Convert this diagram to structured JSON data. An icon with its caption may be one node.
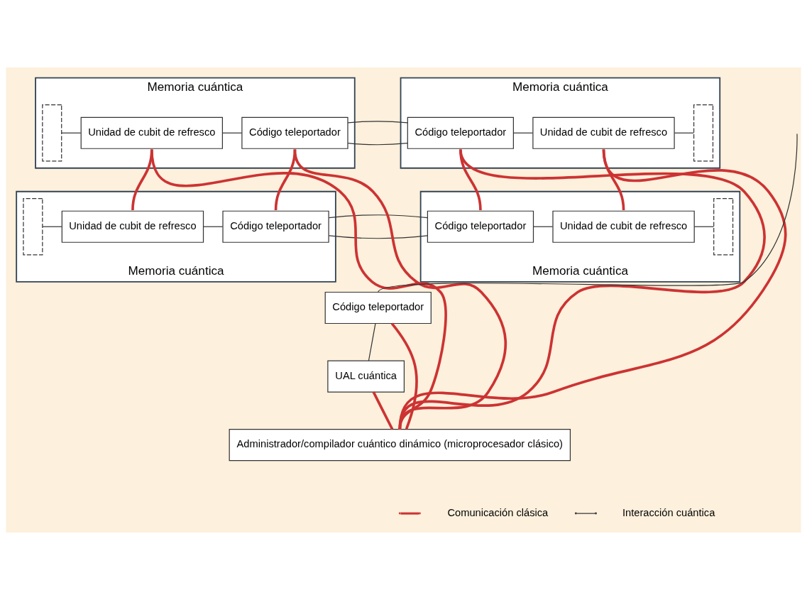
{
  "diagram": {
    "nodes": [
      {
        "text": [
          "Memoria cuántica"
        ]
      },
      {
        "text": [],
        "shape": "box",
        "in": 0
      },
      {
        "text": [
          "Unidad de cubit de refresco"
        ],
        "in": 0
      },
      {
        "text": [
          "Código teleportador"
        ],
        "in": 0
      },
      {
        "text": [
          "Memoria cuántica"
        ]
      },
      {
        "text": [
          "Código teleportador"
        ],
        "in": 4
      },
      {
        "text": [
          "Unidad de cubit de refresco"
        ],
        "in": 4
      },
      {
        "text": [],
        "shape": "box",
        "in": 4
      },
      {
        "text": [
          "Memoria cuántica"
        ]
      },
      {
        "text": [],
        "shape": "box",
        "in": 8
      },
      {
        "text": [
          "Unidad de cubit de refresco"
        ],
        "in": 8
      },
      {
        "text": [
          "Código teleportador"
        ],
        "in": 8
      },
      {
        "text": [
          "Memoria cuántica"
        ]
      },
      {
        "text": [
          "Código teleportador"
        ],
        "in": 12
      },
      {
        "text": [
          "Unidad de cubit de refresco"
        ],
        "in": 12
      },
      {
        "text": [],
        "shape": "box",
        "in": 12
      },
      {
        "text": [
          "Código teleportador"
        ]
      },
      {
        "text": [
          "UAL cuántica"
        ]
      },
      {
        "text": [
          "Administrador/compilador cuántico dinámico (microprocesador clásico)"
        ]
      }
    ],
    "edges": [
      {
        "from": 1,
        "to": 2,
        "arrow": "none"
      },
      {
        "from": 2,
        "to": 3,
        "arrow": "none"
      },
      {
        "from": 3,
        "to": 5,
        "arrow": "none"
      },
      {
        "from": 5,
        "to": 6,
        "arrow": "none"
      },
      {
        "from": 6,
        "to": 7,
        "arrow": "none"
      },
      {
        "from": 9,
        "to": 10,
        "arrow": "none"
      },
      {
        "from": 10,
        "to": 11,
        "arrow": "none"
      },
      {
        "from": 11,
        "to": 13,
        "arrow": "none"
      },
      {
        "from": 13,
        "to": 14,
        "arrow": "none"
      },
      {
        "from": 14,
        "to": 15,
        "arrow": "none"
      },
      {
        "from": null,
        "to": 16,
        "arrow": "none"
      },
      {
        "from": 16,
        "to": 17,
        "arrow": "none"
      },
      {
        "from": 2,
        "to": 10,
        "arrow": "none",
        "style": "thick",
        "color": "#cc3333"
      },
      {
        "from": 3,
        "to": 11,
        "arrow": "none",
        "style": "thick",
        "color": "#cc3333"
      },
      {
        "from": 5,
        "to": 13,
        "arrow": "none",
        "style": "thick",
        "color": "#cc3333"
      },
      {
        "from": 6,
        "to": 14,
        "arrow": "none",
        "style": "thick",
        "color": "#cc3333"
      },
      {
        "from": 18,
        "to": 2,
        "arrow": "none",
        "style": "thick",
        "color": "#cc3333"
      },
      {
        "from": 18,
        "to": 3,
        "arrow": "none",
        "style": "thick",
        "color": "#cc3333"
      },
      {
        "from": 18,
        "to": 5,
        "arrow": "none",
        "style": "thick",
        "color": "#cc3333"
      },
      {
        "from": 18,
        "to": 6,
        "arrow": "none",
        "style": "thick",
        "color": "#cc3333"
      },
      {
        "from": 16,
        "to": 18,
        "arrow": "none",
        "style": "thick",
        "color": "#cc3333"
      },
      {
        "from": 17,
        "to": 18,
        "arrow": "none",
        "style": "thick",
        "color": "#cc3333"
      }
    ],
    "legend": [
      {
        "text": "Comunicación clásica"
      },
      {
        "text": "Interacción cuántica"
      }
    ]
  }
}
